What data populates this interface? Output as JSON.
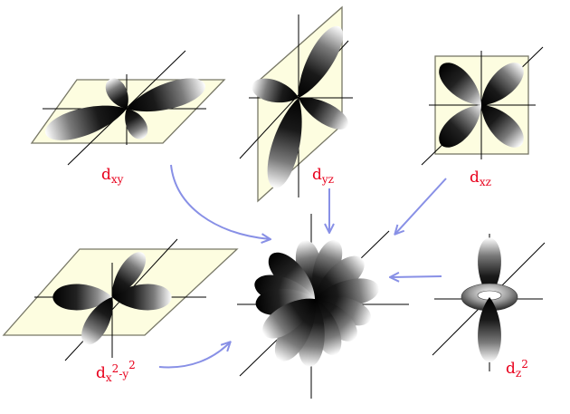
{
  "diagram": {
    "orbitals": [
      {
        "id": "dxy",
        "main": "d",
        "sub": "xy"
      },
      {
        "id": "dyz",
        "main": "d",
        "sub": "yz"
      },
      {
        "id": "dxz",
        "main": "d",
        "sub": "xz"
      },
      {
        "id": "dx2y2",
        "main": "d",
        "sub": "x",
        "sup1": "2",
        "mid": "-y",
        "sup2": "2"
      },
      {
        "id": "dz2",
        "main": "d",
        "sub": "z",
        "sup1": "2"
      }
    ],
    "colors": {
      "label": "#e8001c",
      "arrow": "#8890e6",
      "plane_fill": "#fdfde0",
      "plane_stroke": "#777766",
      "axis": "#000000",
      "lobe_dark": "#000000",
      "lobe_light": "#ffffff"
    }
  }
}
